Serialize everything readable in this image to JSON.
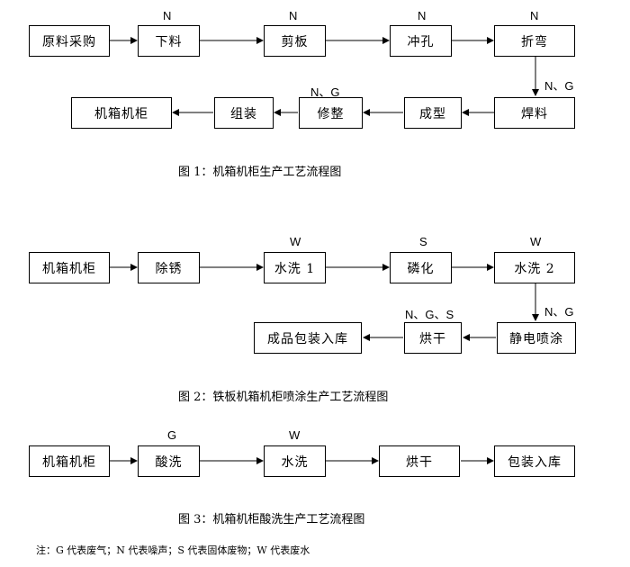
{
  "diagram1": {
    "caption": "图 1：机箱机柜生产工艺流程图",
    "nodes": [
      "原料采购",
      "下料",
      "剪板",
      "冲孔",
      "折弯",
      "焊料",
      "成型",
      "修整",
      "组装",
      "机箱机柜"
    ],
    "markers": [
      "N",
      "N",
      "N",
      "N",
      "N、G",
      "N、G"
    ]
  },
  "diagram2": {
    "caption": "图 2：铁板机箱机柜喷涂生产工艺流程图",
    "nodes": [
      "机箱机柜",
      "除锈",
      "水洗 1",
      "磷化",
      "水洗 2",
      "静电喷涂",
      "烘干",
      "成品包装入库"
    ],
    "markers": [
      "W",
      "S",
      "W",
      "N、G",
      "N、G、S"
    ]
  },
  "diagram3": {
    "caption": "图 3：机箱机柜酸洗生产工艺流程图",
    "nodes": [
      "机箱机柜",
      "酸洗",
      "水洗",
      "烘干",
      "包装入库"
    ],
    "markers": [
      "G",
      "W"
    ]
  },
  "note": "注：G 代表废气；N 代表噪声；S 代表固体废物；W 代表废水"
}
